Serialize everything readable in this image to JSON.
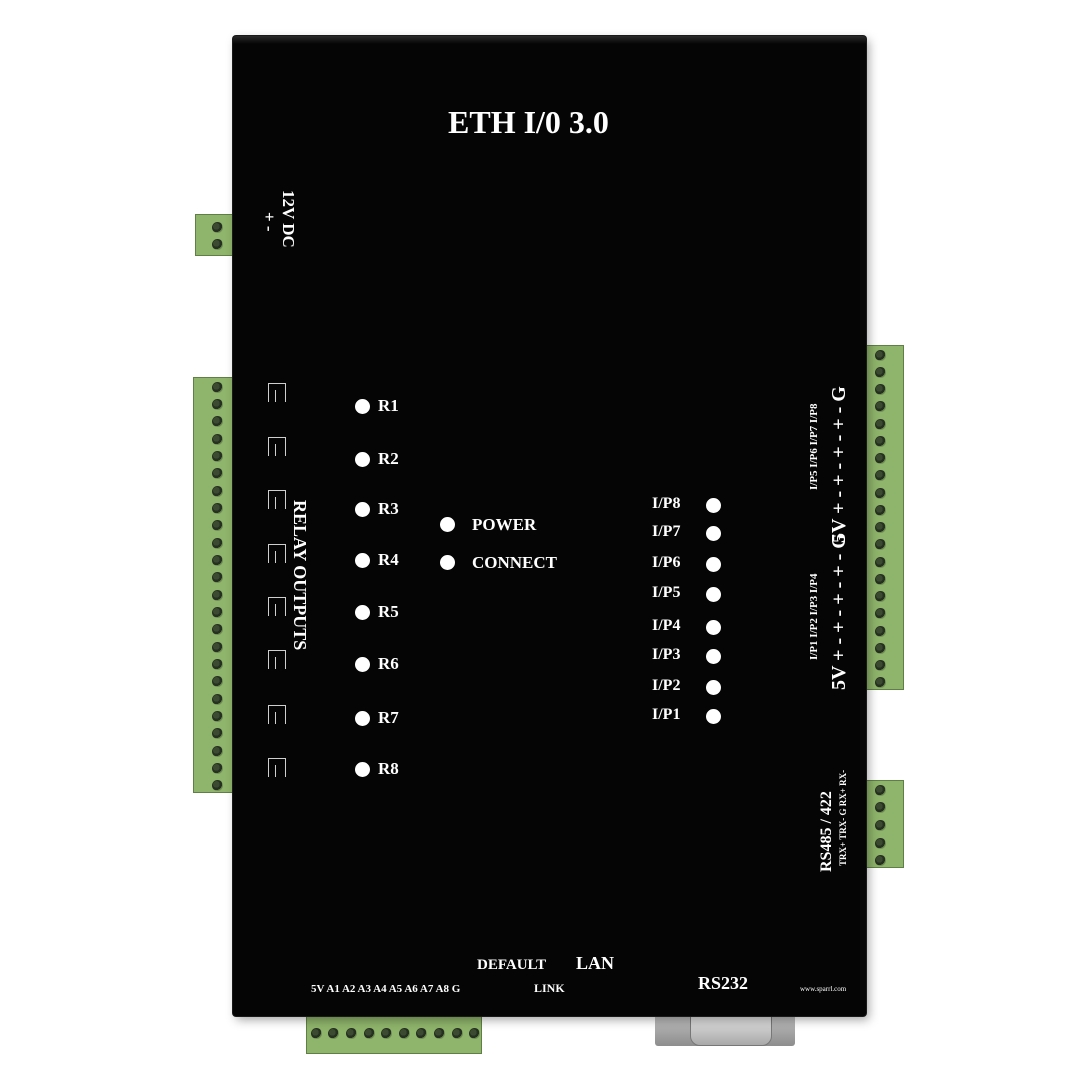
{
  "title": "ETH I/0 3.0",
  "power_label": "12V DC",
  "power_polarity": "+ -",
  "relay_heading": "RELAY OUTPUTS",
  "relay_leds": [
    "R1",
    "R2",
    "R3",
    "R4",
    "R5",
    "R6",
    "R7",
    "R8"
  ],
  "status_leds": [
    "POWER",
    "CONNECT"
  ],
  "input_leds": [
    "I/P8",
    "I/P7",
    "I/P6",
    "I/P5",
    "I/P4",
    "I/P3",
    "I/P2",
    "I/P1"
  ],
  "input_terminal_upper_signs": "5V + - + - + - + - G",
  "input_terminal_upper_names": "I/P5 I/P6 I/P7 I/P8",
  "input_terminal_lower_signs": "5V + - + - + - + - G",
  "input_terminal_lower_names": "I/P1 I/P2 I/P3 I/P4",
  "rs485_label": "RS485 / 422",
  "rs485_pins": "TRX+ TRX- G RX+ RX-",
  "analog_pins": "5V A1 A2 A3 A4 A5 A6 A7 A8 G",
  "default_label": "DEFAULT",
  "lan_label": "LAN",
  "link_label": "LINK",
  "rs232_label": "RS232",
  "website": "www.sparrl.com",
  "colors": {
    "enclosure": "#050505",
    "terminal": "#8fb46b",
    "led": "#ffffff"
  }
}
